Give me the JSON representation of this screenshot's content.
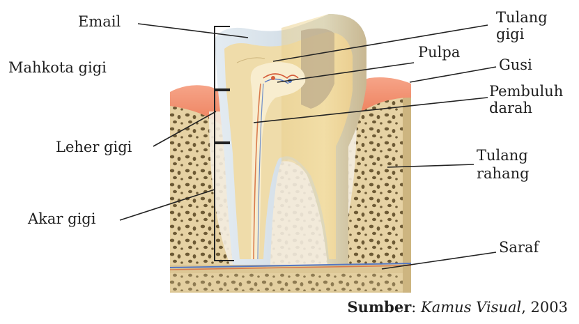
{
  "labels": {
    "email": "Email",
    "mahkota": "Mahkota gigi",
    "leher": "Leher gigi",
    "akar": "Akar gigi",
    "tulang_gigi_1": "Tulang",
    "tulang_gigi_2": "gigi",
    "pulpa": "Pulpa",
    "gusi": "Gusi",
    "pembuluh_1": "Pembuluh",
    "pembuluh_2": "darah",
    "tulang_rahang_1": "Tulang",
    "tulang_rahang_2": "rahang",
    "saraf": "Saraf"
  },
  "source": {
    "prefix": "Sumber",
    "sep": ": ",
    "title": "Kamus Visual",
    "year": ", 2003"
  },
  "colors": {
    "bone_fill": "#e8d3a6",
    "bone_spots": "#6e5a34",
    "gum": "#f08a66",
    "enamel": "#cfdbe3",
    "dentin": "#eedcac",
    "pulp": "#f7ebc9",
    "line": "#222222"
  }
}
